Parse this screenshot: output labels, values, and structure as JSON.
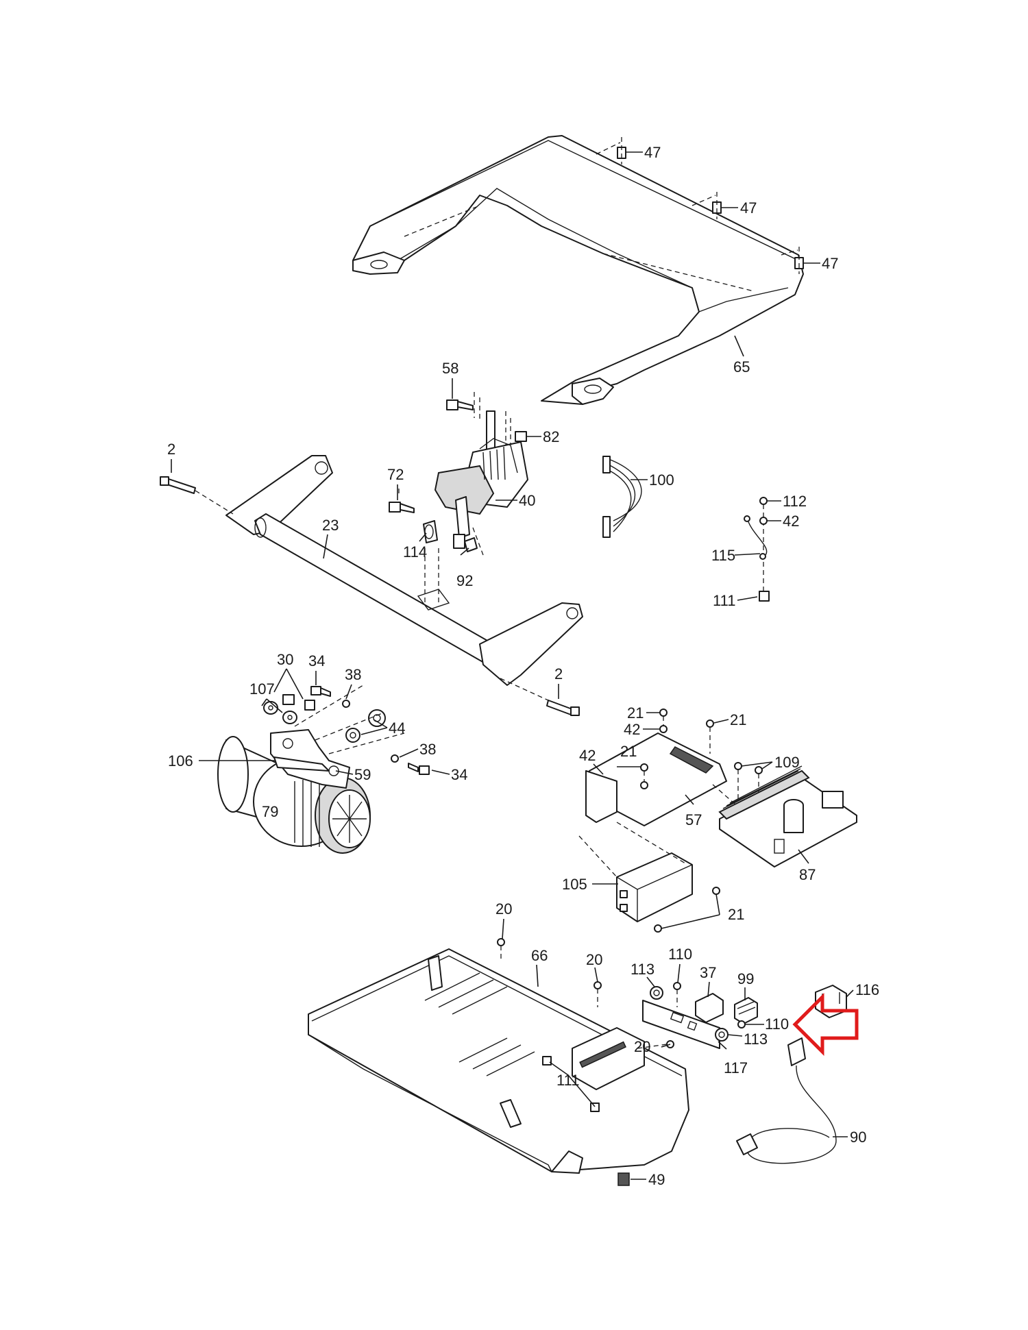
{
  "labels": {
    "p47a": "47",
    "p47b": "47",
    "p47c": "47",
    "p65": "65",
    "p58": "58",
    "p82": "82",
    "p2a": "2",
    "p72": "72",
    "p40": "40",
    "p100": "100",
    "p112": "112",
    "p42a": "42",
    "p23": "23",
    "p114": "114",
    "p92": "92",
    "p115": "115",
    "p111a": "111",
    "p34a": "34",
    "p30": "30",
    "p107": "107",
    "p38a": "38",
    "p2b": "2",
    "p44": "44",
    "p38b": "38",
    "p106": "106",
    "p59": "59",
    "p34b": "34",
    "p79": "79",
    "p21a": "21",
    "p21b": "21",
    "p42b": "42",
    "p42c": "42",
    "p21c": "21",
    "p109": "109",
    "p57": "57",
    "p87": "87",
    "p105": "105",
    "p21d": "21",
    "p20a": "20",
    "p66": "66",
    "p20b": "20",
    "p113a": "113",
    "p110a": "110",
    "p37": "37",
    "p99": "99",
    "p116": "116",
    "p110b": "110",
    "p20c": "20",
    "p113b": "113",
    "p117": "117",
    "p111b": "111",
    "p90": "90",
    "p49": "49"
  },
  "colors": {
    "line": "#1a1a1a",
    "highlight_arrow": "#e01b1b",
    "background": "#ffffff"
  },
  "highlight": {
    "type": "arrow",
    "points_to": "110"
  }
}
